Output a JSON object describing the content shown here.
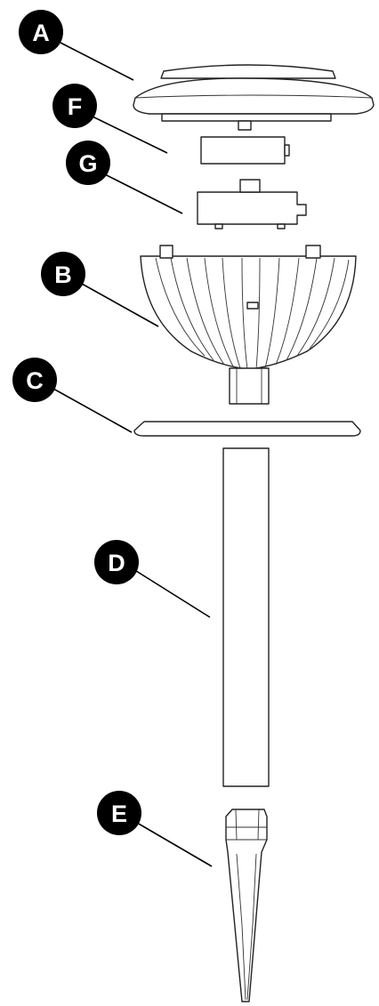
{
  "callouts": [
    {
      "id": "A",
      "label": "A"
    },
    {
      "id": "F",
      "label": "F"
    },
    {
      "id": "G",
      "label": "G"
    },
    {
      "id": "B",
      "label": "B"
    },
    {
      "id": "C",
      "label": "C"
    },
    {
      "id": "D",
      "label": "D"
    },
    {
      "id": "E",
      "label": "E"
    }
  ]
}
